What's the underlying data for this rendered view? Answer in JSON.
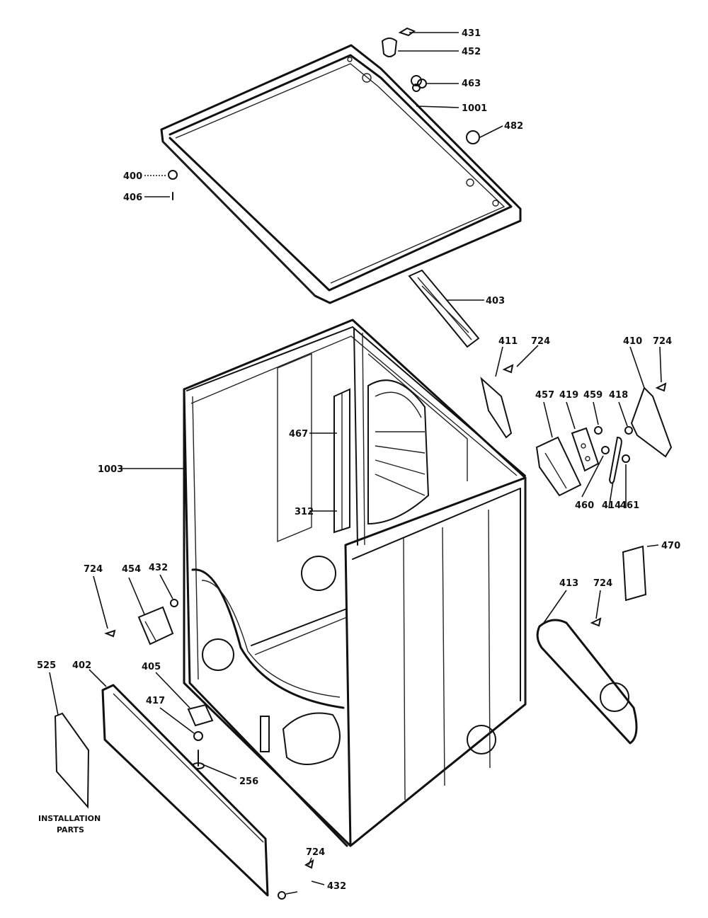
{
  "labels": {
    "l431": "431",
    "l452": "452",
    "l463": "463",
    "l1001": "1001",
    "l482": "482",
    "l400": "400",
    "l406": "406",
    "l403": "403",
    "l411": "411",
    "l724a": "724",
    "l410": "410",
    "l724b": "724",
    "l457": "457",
    "l419": "419",
    "l459": "459",
    "l418": "418",
    "l467": "467",
    "l1003": "1003",
    "l312": "312",
    "l460": "460",
    "l414": "414",
    "l461": "461",
    "l470": "470",
    "l724c": "724",
    "l454": "454",
    "l432a": "432",
    "l413": "413",
    "l724d": "724",
    "l525": "525",
    "l402": "402",
    "l405": "405",
    "l417": "417",
    "l256": "256",
    "l724e": "724",
    "l432b": "432"
  },
  "caption": {
    "line1": "INSTALLATION",
    "line2": "PARTS"
  }
}
